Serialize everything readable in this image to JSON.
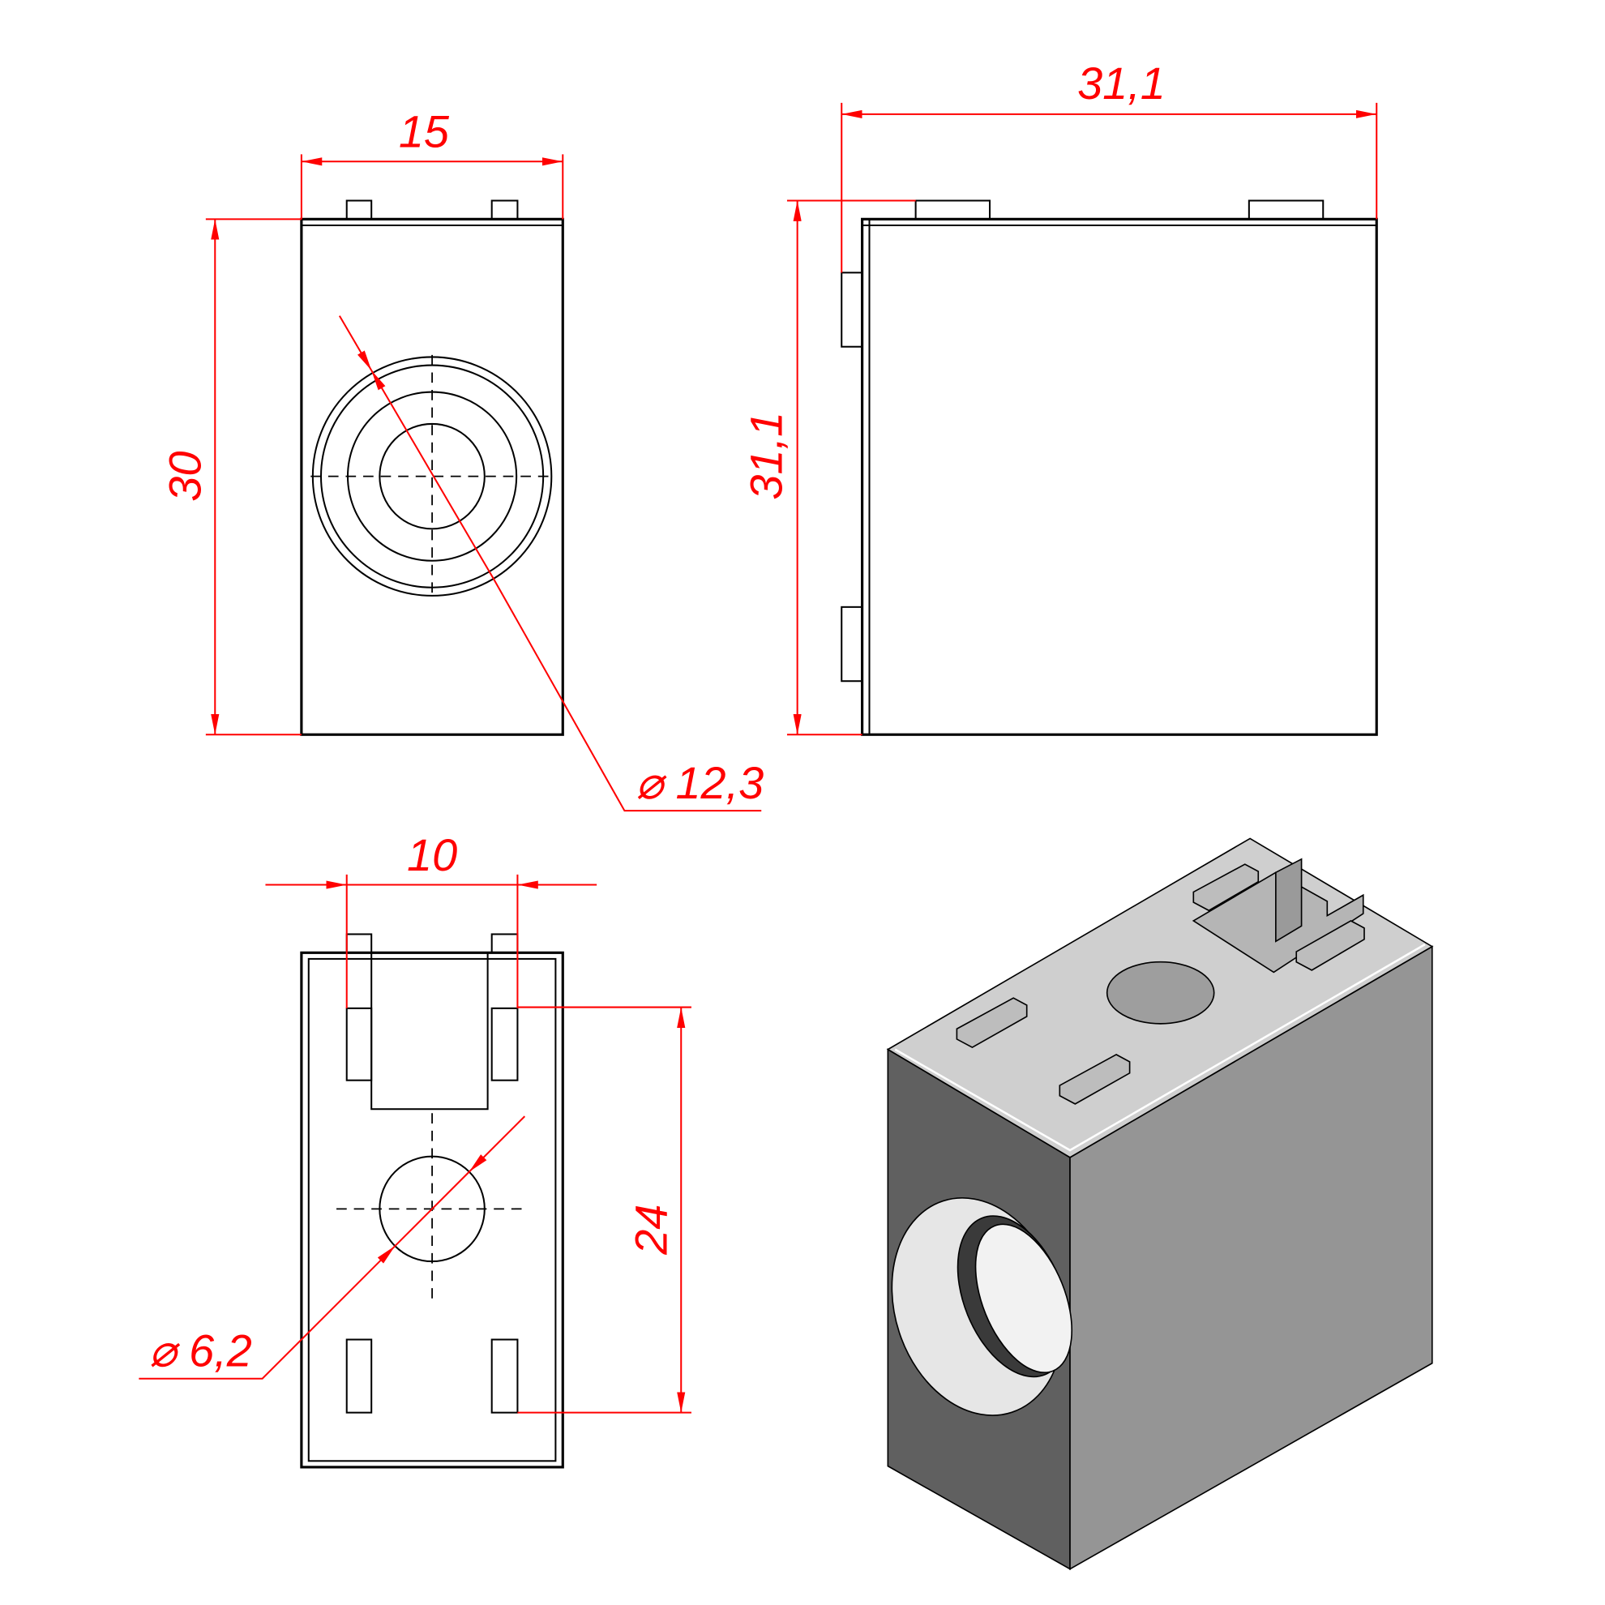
{
  "front_view": {
    "width_label": "15",
    "height_label": "30",
    "diameter_label": "⌀ 12,3"
  },
  "side_view": {
    "width_label": "31,1",
    "height_label": "31,1"
  },
  "bottom_view": {
    "spacing_label": "10",
    "length_label": "24",
    "diameter_label": "⌀ 6,2"
  },
  "colors": {
    "dimension": "#ff0000",
    "outline": "#000000",
    "iso_top": "#cfcfcf",
    "iso_left": "#606060",
    "iso_right": "#959595"
  }
}
